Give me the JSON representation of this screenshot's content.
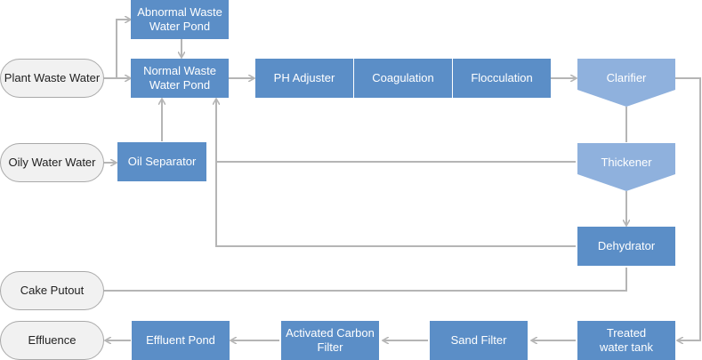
{
  "diagram": {
    "sources": {
      "plant_waste_water": "Plant Waste Water",
      "oily_water_water": "Oily Water Water",
      "cake_putout": "Cake Putout",
      "effluence": "Effluence"
    },
    "process": {
      "abnormal_pond": "Abnormal Waste\nWater Pond",
      "normal_pond": "Normal Waste\nWater Pond",
      "oil_separator": "Oil Separator",
      "ph_adjuster": "PH Adjuster",
      "coagulation": "Coagulation",
      "flocculation": "Flocculation",
      "clarifier": "Clarifier",
      "thickener": "Thickener",
      "dehydrator": "Dehydrator",
      "treated_tank": "Treated\nwater tank",
      "sand_filter": "Sand Filter",
      "carbon_filter": "Activated Carbon\nFilter",
      "effluent_pond": "Effluent Pond"
    },
    "colors": {
      "box": "#5b8ec7",
      "box_light": "#8fb1dd",
      "connector": "#b5b5b5",
      "pill_fill": "#f1f1f1"
    }
  }
}
